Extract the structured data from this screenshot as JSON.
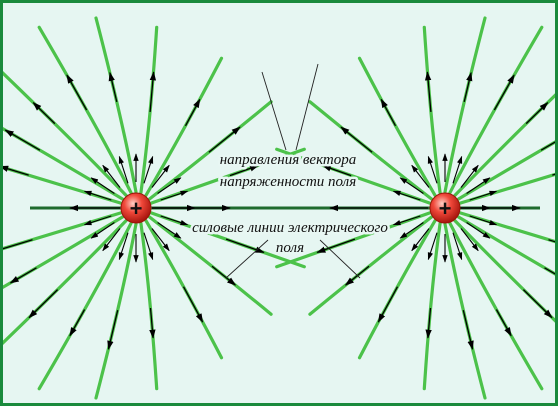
{
  "labels": {
    "vector_direction_line1": "направления вектора",
    "vector_direction_line2": "напряженности поля",
    "field_lines_line1": "силовые линии электрического",
    "field_lines_line2": "поля"
  },
  "charges": {
    "left_sign": "+",
    "right_sign": "+"
  },
  "colors": {
    "background": "#e6f6f2",
    "frame": "#1a8a3c",
    "field_line": "#4cc24a",
    "axis_line": "#1f6b2e",
    "vector_arrow": "#000000",
    "charge_fill": "#e53a2c"
  },
  "icons": {
    "charge": "positive-charge-icon",
    "arrow": "vector-arrow-icon"
  }
}
